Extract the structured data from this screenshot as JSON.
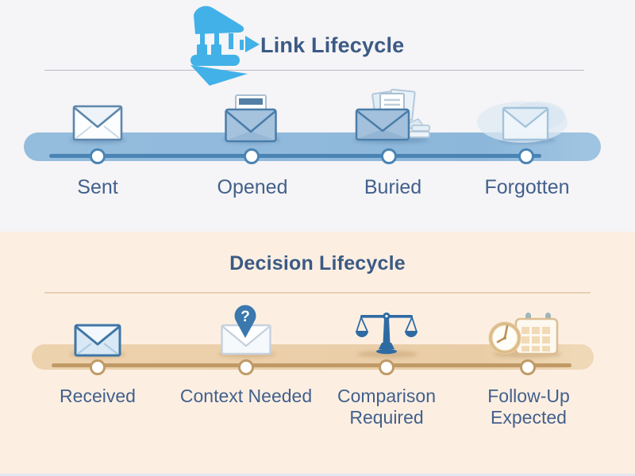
{
  "link": {
    "title": "Link Lifecycle",
    "logo": "play-building-logo",
    "stages": [
      {
        "label": "Sent",
        "icon": "sealed-envelope-icon"
      },
      {
        "label": "Opened",
        "icon": "opened-envelope-letter-icon"
      },
      {
        "label": "Buried",
        "icon": "buried-envelope-papers-icon"
      },
      {
        "label": "Forgotten",
        "icon": "faded-envelope-icon"
      }
    ],
    "colors": {
      "background": "#f5f4f6",
      "bar": "#8db7da",
      "track": "#4a84b4",
      "text": "#3b5a84",
      "logo": "#41b1e8"
    }
  },
  "decision": {
    "title": "Decision Lifecycle",
    "stages": [
      {
        "label": "Received",
        "icon": "received-envelope-icon"
      },
      {
        "label": "Context Needed",
        "icon": "question-pin-envelope-icon",
        "badge": "?"
      },
      {
        "label": "Comparison Required",
        "icon": "balance-scale-icon"
      },
      {
        "label": "Follow-Up Expected",
        "icon": "clock-calendar-icon"
      }
    ],
    "colors": {
      "background": "#fcefe2",
      "bar": "#e9cda7",
      "track": "#c09a66",
      "text": "#42608c"
    }
  }
}
